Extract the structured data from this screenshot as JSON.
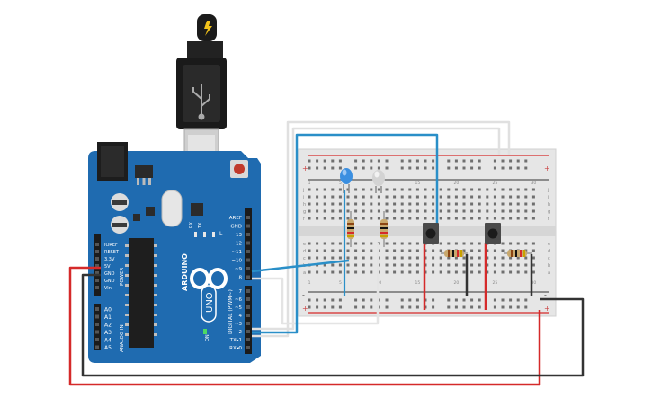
{
  "arduino": {
    "brand": "ARDUINO",
    "model": "UNO",
    "on_label": "ON",
    "tx_label": "TX",
    "rx_label": "RX",
    "l_label": "L",
    "power_header_title": "POWER",
    "analog_header_title": "ANALOG IN",
    "digital_header_title": "DIGITAL (PWM~)",
    "power_pins": [
      "IOREF",
      "RESET",
      "3.3V",
      "5V",
      "GND",
      "GND",
      "Vin"
    ],
    "analog_pins": [
      "A0",
      "A1",
      "A2",
      "A3",
      "A4",
      "A5"
    ],
    "digital_pins_top": [
      "AREF",
      "GND",
      "13",
      "12",
      "~11",
      "~10",
      "~9",
      "8"
    ],
    "digital_pins_bottom": [
      "7",
      "~6",
      "~5",
      "4",
      "~3",
      "2",
      "TX▸1",
      "RX◂0"
    ]
  },
  "breadboard": {
    "row_letters_top": [
      "j",
      "i",
      "h",
      "g",
      "f"
    ],
    "row_letters_bottom": [
      "e",
      "d",
      "c",
      "b",
      "a"
    ],
    "column_numbers": [
      "1",
      "5",
      "10",
      "15",
      "20",
      "25",
      "30"
    ],
    "plus_label": "+",
    "minus_label": "-"
  },
  "colors": {
    "board_blue": "#1f6bb0",
    "wire_red": "#d52a2a",
    "wire_black": "#333333",
    "wire_blue": "#2a8fc8",
    "wire_white": "#e2e2e2",
    "breadboard": "#e6e6e6",
    "led_blue": "#3b8fe0",
    "led_white": "#d8d8d8"
  }
}
